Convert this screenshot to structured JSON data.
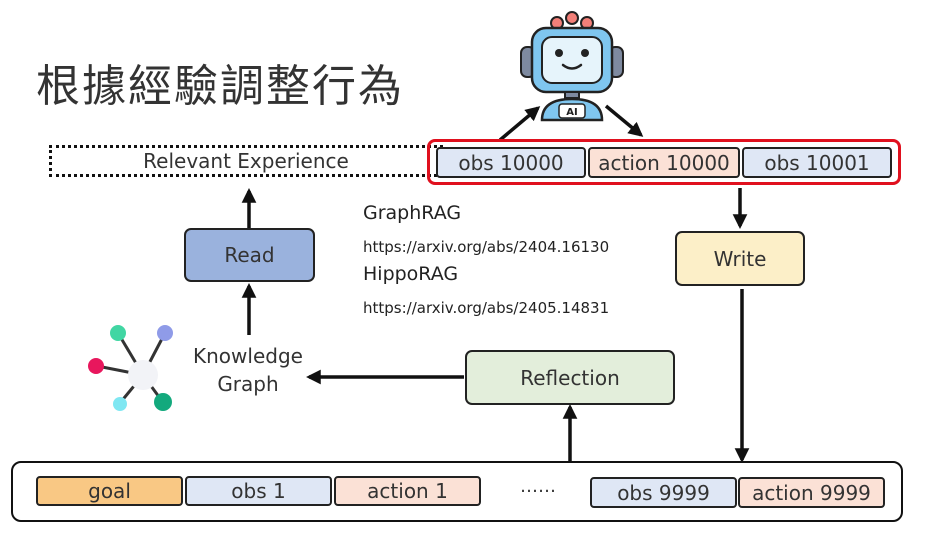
{
  "title": "根據經驗調整行為",
  "relevant_experience": "Relevant Experience",
  "top_sequence": [
    "obs 10000",
    "action 10000",
    "obs 10001"
  ],
  "bottom_sequence": {
    "goal": "goal",
    "obs1": "obs 1",
    "action1": "action 1",
    "ellipsis": "……",
    "obs9999": "obs 9999",
    "action9999": "action 9999"
  },
  "read": "Read",
  "write": "Write",
  "reflection": "Reflection",
  "knowledge_graph": [
    "Knowledge",
    "Graph"
  ],
  "references": [
    {
      "name": "GraphRAG",
      "url": "https://arxiv.org/abs/2404.16130"
    },
    {
      "name": "HippoRAG",
      "url": "https://arxiv.org/abs/2405.14831"
    }
  ],
  "robot_badge": "AI",
  "colors": {
    "obs": "#dfe7f5",
    "action": "#fbe1d6",
    "goal": "#f9c884",
    "read": "#9ab2dd",
    "write": "#fcefc8",
    "reflection": "#e3eedb",
    "highlight": "#e0101e"
  },
  "icons": [
    "robot-icon",
    "knowledge-graph-icon"
  ]
}
